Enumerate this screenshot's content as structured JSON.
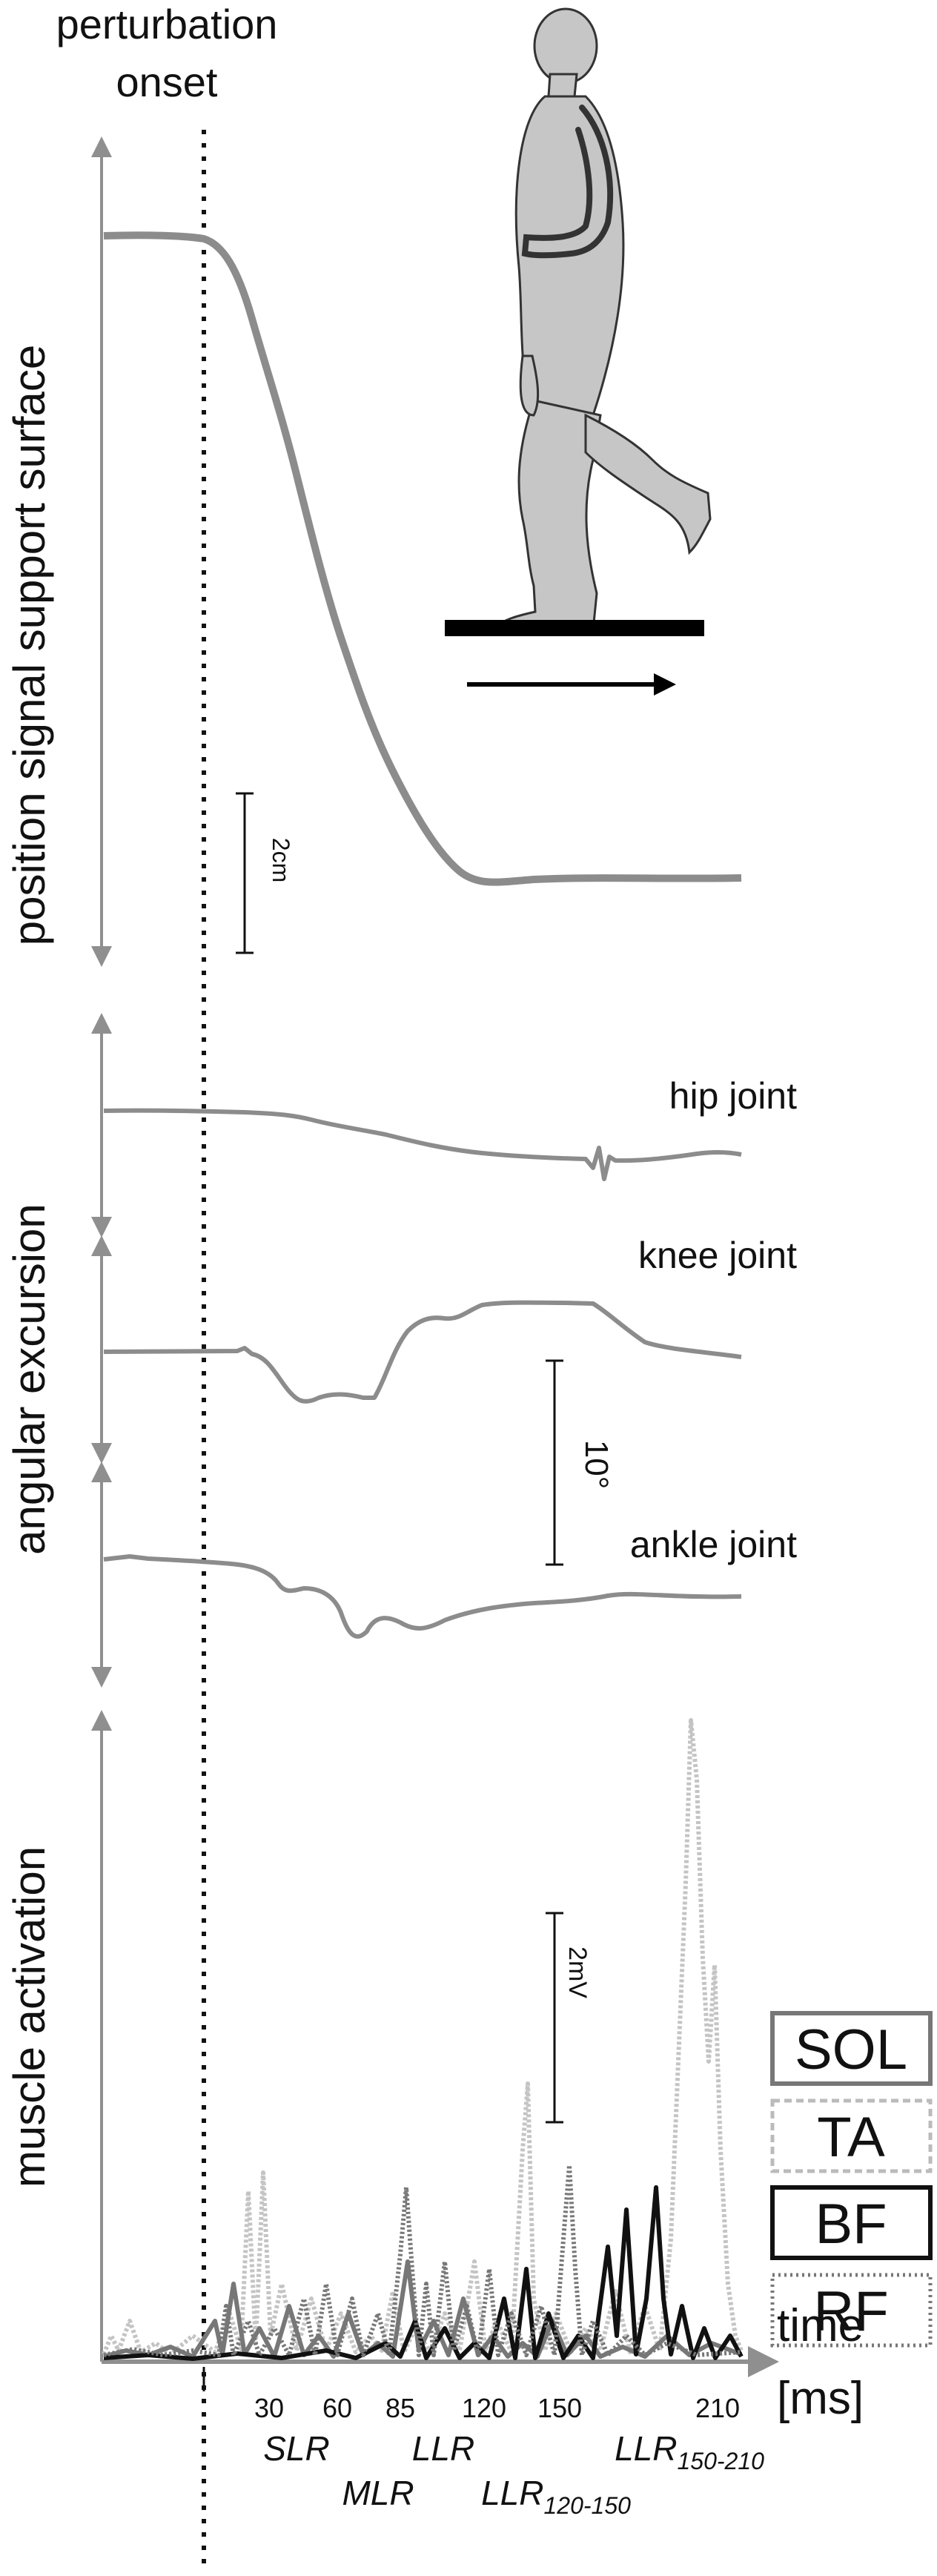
{
  "header": {
    "perturbation_line1": "perturbation",
    "perturbation_line2": "onset"
  },
  "panels": {
    "position": {
      "ylabel": "position signal support surface",
      "scale_bar_label": "2cm"
    },
    "angular": {
      "ylabel": "angular excursion",
      "hip_label": "hip joint",
      "knee_label": "knee joint",
      "ankle_label": "ankle joint",
      "scale_bar_label": "10°"
    },
    "muscle": {
      "ylabel": "muscle activation",
      "scale_bar_label": "2mV"
    }
  },
  "legend": {
    "items": [
      {
        "label": "SOL",
        "style": "solid",
        "color": "#777777"
      },
      {
        "label": "TA",
        "style": "dashed",
        "color": "#bbbbbb"
      },
      {
        "label": "BF",
        "style": "solid",
        "color": "#111111"
      },
      {
        "label": "RF",
        "style": "dotted",
        "color": "#777777"
      }
    ]
  },
  "time_axis": {
    "label_line1": "time",
    "label_line2": "[ms]",
    "ticks": [
      "30",
      "60",
      "85",
      "120",
      "150",
      "210"
    ]
  },
  "reflex_labels": {
    "slr": "SLR",
    "mlr": "MLR",
    "llr": "LLR",
    "llr_mid": "LLR",
    "llr_mid_sub": "120-150",
    "llr_late": "LLR",
    "llr_late_sub": "150-210"
  },
  "colors": {
    "trace_gray": "#8c8c8c",
    "axis_gray": "#8f8f8f",
    "figure_fill": "#c6c6c6",
    "platform": "#000000"
  }
}
